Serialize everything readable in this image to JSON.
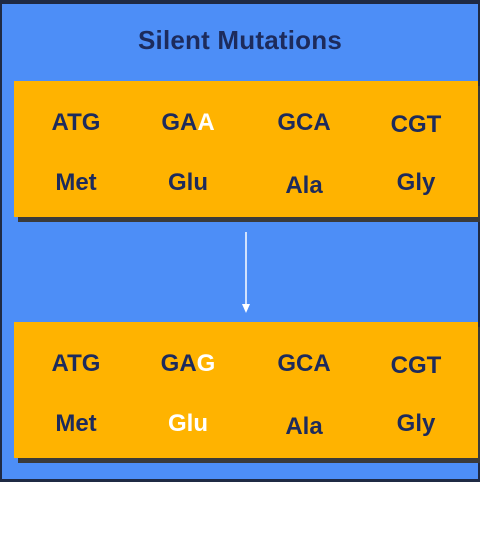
{
  "title": "Silent Mutations",
  "original": {
    "codons": [
      {
        "base": "ATG",
        "mut": ""
      },
      {
        "base": "GA",
        "mut": "A"
      },
      {
        "base": "GCA",
        "mut": ""
      },
      {
        "base": "CGT",
        "mut": ""
      }
    ],
    "amino_acids": [
      "Met",
      "Glu",
      "Ala",
      "Gly"
    ]
  },
  "mutated": {
    "codons": [
      {
        "base": "ATG",
        "mut": ""
      },
      {
        "base": "GA",
        "mut": "G"
      },
      {
        "base": "GCA",
        "mut": ""
      },
      {
        "base": "CGT",
        "mut": ""
      }
    ],
    "amino_acids": [
      "Met",
      "Glu",
      "Ala",
      "Gly"
    ],
    "highlight_amino_index": 1
  },
  "colors": {
    "background": "#4d8ef7",
    "box": "#ffb300",
    "text": "#1d2b5c",
    "highlight": "#ffffff"
  }
}
